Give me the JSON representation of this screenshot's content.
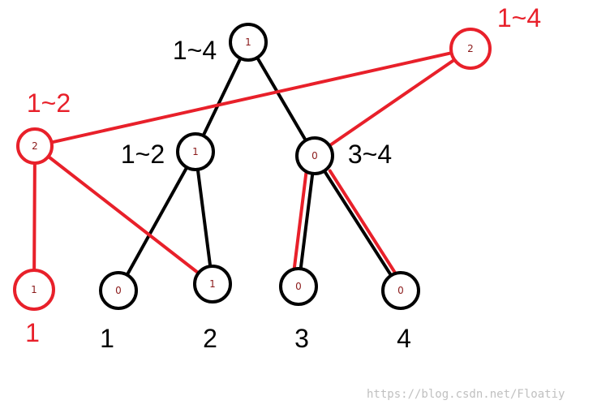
{
  "colors": {
    "black": "#000000",
    "red": "#e8202a",
    "count_text": "#8b1a1a",
    "watermark": "#c0c0c0"
  },
  "original_tree": {
    "nodes": [
      {
        "id": "b-root",
        "count": "1",
        "range": "1~4"
      },
      {
        "id": "b-12",
        "count": "1",
        "range": "1~2"
      },
      {
        "id": "b-34",
        "count": "0",
        "range": "3~4"
      },
      {
        "id": "b-1",
        "count": "0",
        "range": "1"
      },
      {
        "id": "b-2",
        "count": "1",
        "range": "2"
      },
      {
        "id": "b-3",
        "count": "0",
        "range": "3"
      },
      {
        "id": "b-4",
        "count": "0",
        "range": "4"
      }
    ]
  },
  "new_tree": {
    "nodes": [
      {
        "id": "r-root",
        "count": "2",
        "range": "1~4"
      },
      {
        "id": "r-12",
        "count": "2",
        "range": "1~2"
      },
      {
        "id": "r-1",
        "count": "1",
        "range": "1"
      }
    ]
  },
  "watermark": "https://blog.csdn.net/Floatiy"
}
